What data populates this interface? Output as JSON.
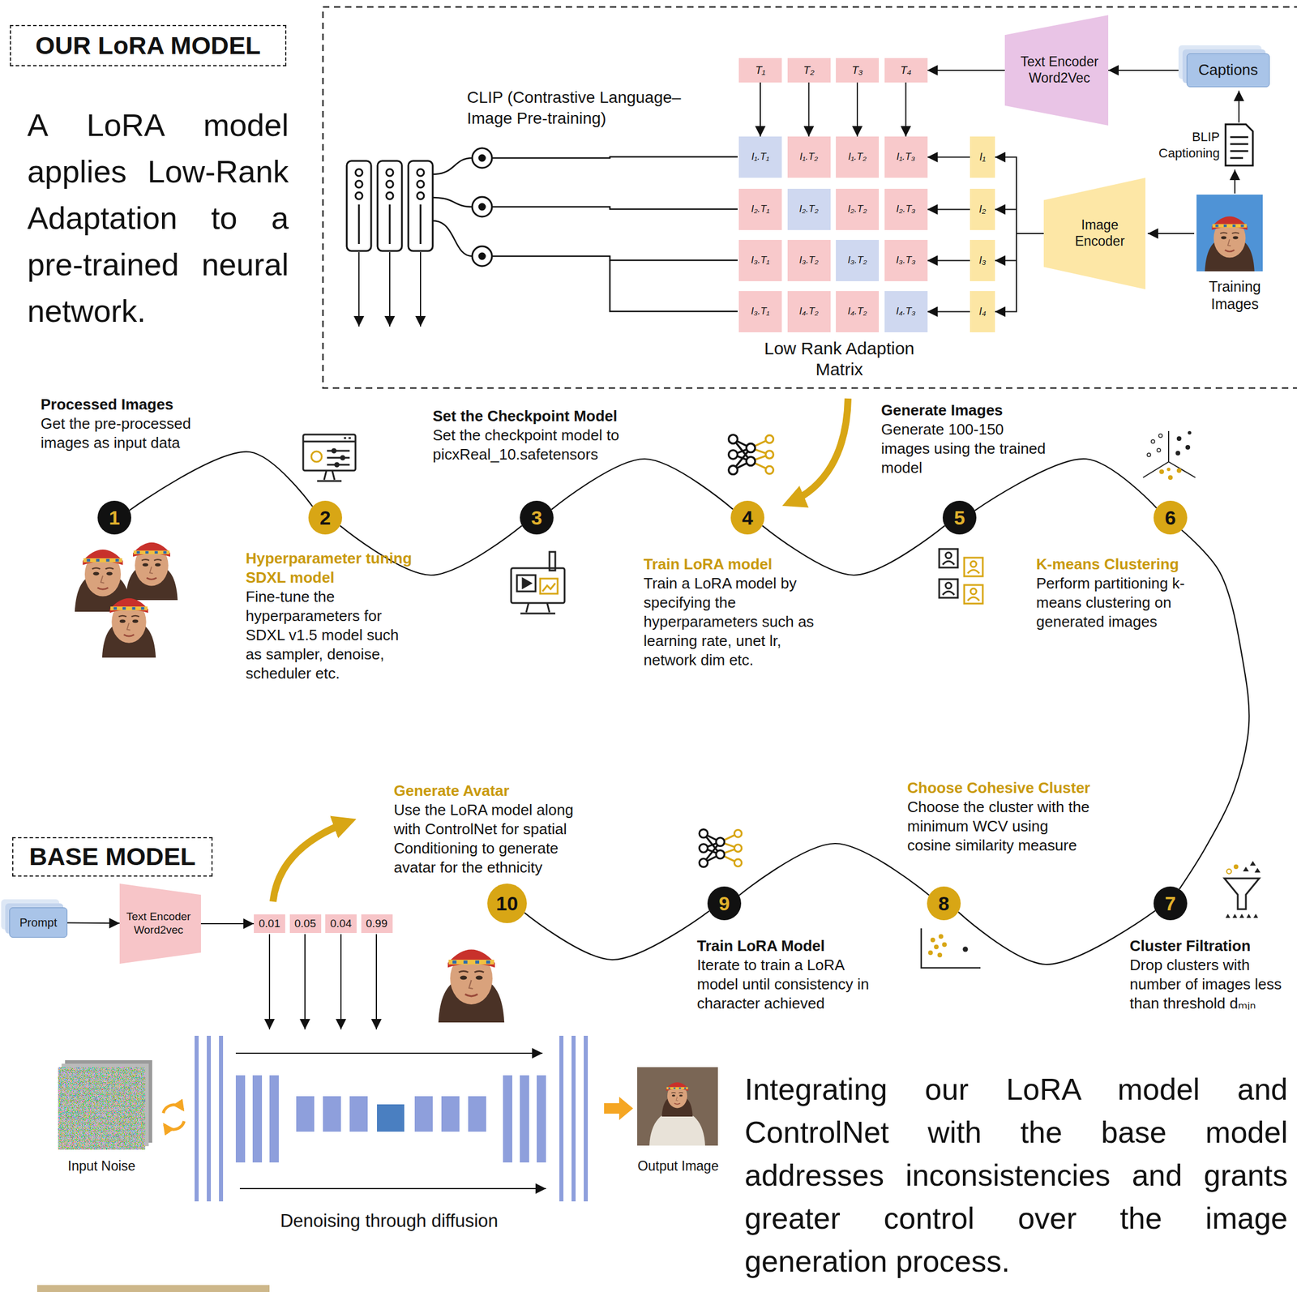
{
  "diagram": {
    "nodes": [
      {
        "text": [
          "OUR LoRA MODEL"
        ]
      },
      {
        "text": [
          "T₁"
        ]
      },
      {
        "text": [
          "T₂"
        ]
      },
      {
        "text": [
          "T₃"
        ]
      },
      {
        "text": [
          "T₄"
        ]
      },
      {
        "text": [
          "Text Encoder Word2Vec"
        ]
      },
      {
        "text": [
          "Captions"
        ]
      },
      {
        "text": [
          "I₁.T₁"
        ]
      },
      {
        "text": [
          "I₁.T₂"
        ]
      },
      {
        "text": [
          "I₁.T₂"
        ]
      },
      {
        "text": [
          "I₁.T₃"
        ]
      },
      {
        "text": [
          "I₂.T₁"
        ]
      },
      {
        "text": [
          "I₂.T₂"
        ]
      },
      {
        "text": [
          "I₂.T₂"
        ]
      },
      {
        "text": [
          "I₂.T₃"
        ]
      },
      {
        "text": [
          "I₃.T₁"
        ]
      },
      {
        "text": [
          "I₃.T₂"
        ]
      },
      {
        "text": [
          "I₃.T₂"
        ]
      },
      {
        "text": [
          "I₃.T₃"
        ]
      },
      {
        "text": [
          "I₃.T₁"
        ]
      },
      {
        "text": [
          "I₄.T₂"
        ]
      },
      {
        "text": [
          "I₄.T₂"
        ]
      },
      {
        "text": [
          "I₄.T₃"
        ]
      },
      {
        "text": [
          "I₁"
        ]
      },
      {
        "text": [
          "I₂"
        ]
      },
      {
        "text": [
          "I₃"
        ]
      },
      {
        "text": [
          "I₄"
        ]
      },
      {
        "text": [
          "Image Encoder"
        ]
      },
      {
        "text": [
          "1",
          "Processed Images",
          "Get the pre-processed images as input data"
        ]
      },
      {
        "text": [
          "2",
          "Hyperparameter tuning SDXL model",
          "Fine-tune the hyperparameters for SDXL v1.5 model such as sampler, denoise, scheduler etc."
        ]
      },
      {
        "text": [
          "3",
          "Set the Checkpoint Model",
          "Set the checkpoint model to picxReal_10.safetensors"
        ]
      },
      {
        "text": [
          "4",
          "Train LoRA model",
          "Train a LoRA model by specifying the hyperparameters such as learning rate, unet lr, network dim etc."
        ]
      },
      {
        "text": [
          "5",
          "Generate Images",
          "Generate 100-150 images using the trained model"
        ]
      },
      {
        "text": [
          "6",
          "K-means Clustering",
          "Perform partitioning k-means clustering on generated images"
        ]
      },
      {
        "text": [
          "7",
          "Cluster Filtration",
          "Drop clusters with number of images less than threshold dₘᵢₙ"
        ]
      },
      {
        "text": [
          "8",
          "Choose Cohesive Cluster",
          "Choose the cluster with the minimum WCV using cosine similarity measure"
        ]
      },
      {
        "text": [
          "9",
          "Train LoRA Model",
          "Iterate to train a LoRA model until consistency in character achieved"
        ]
      },
      {
        "text": [
          "10",
          "Generate Avatar",
          "Use the LoRA model along with ControlNet for spatial Conditioning to generate avatar for the ethnicity"
        ]
      },
      {
        "text": [
          "BASE MODEL"
        ]
      },
      {
        "text": [
          "Prompt"
        ]
      },
      {
        "text": [
          "Text Encoder Word2vec"
        ]
      },
      {
        "text": [
          "0.01"
        ]
      },
      {
        "text": [
          "0.05"
        ]
      },
      {
        "text": [
          "0.04"
        ]
      },
      {
        "text": [
          "0.99"
        ]
      }
    ],
    "edges": [
      {
        "from": 6,
        "to": 5,
        "arrow": "to"
      },
      {
        "from": 5,
        "to": 4,
        "arrow": "to"
      },
      {
        "from": 1,
        "to": 7,
        "arrow": "to"
      },
      {
        "from": 2,
        "to": 8,
        "arrow": "to"
      },
      {
        "from": 3,
        "to": 9,
        "arrow": "to"
      },
      {
        "from": 4,
        "to": 10,
        "arrow": "to"
      },
      {
        "from": 27,
        "to": 23,
        "arrow": "to"
      },
      {
        "from": 27,
        "to": 24,
        "arrow": "to"
      },
      {
        "from": 27,
        "to": 25,
        "arrow": "to"
      },
      {
        "from": 27,
        "to": 26,
        "arrow": "to"
      },
      {
        "from": 23,
        "to": 10,
        "arrow": "to"
      },
      {
        "from": 24,
        "to": 14,
        "arrow": "to"
      },
      {
        "from": 25,
        "to": 18,
        "arrow": "to"
      },
      {
        "from": 26,
        "to": 22,
        "arrow": "to"
      },
      {
        "from": 28,
        "to": 29,
        "arrow": "none"
      },
      {
        "from": 29,
        "to": 30,
        "arrow": "none"
      },
      {
        "from": 30,
        "to": 31,
        "arrow": "none"
      },
      {
        "from": 31,
        "to": 32,
        "arrow": "none"
      },
      {
        "from": 32,
        "to": 33,
        "arrow": "none"
      },
      {
        "from": 33,
        "to": 34,
        "arrow": "none"
      },
      {
        "from": 34,
        "to": 35,
        "arrow": "none"
      },
      {
        "from": 35,
        "to": 36,
        "arrow": "none"
      },
      {
        "from": 36,
        "to": 37,
        "arrow": "none"
      },
      {
        "from": 39,
        "to": 40,
        "arrow": "to"
      },
      {
        "from": 40,
        "to": 41,
        "arrow": "to"
      }
    ],
    "labels": [
      "A LoRA model applies Low-Rank Adaptation to a pre-trained neural network.",
      "CLIP (Contrastive Language–Image Pre-training)",
      "BLIP Captioning",
      "Training Images",
      "Low Rank Adaption Matrix",
      "Input Noise",
      "Output Image",
      "Denoising through diffusion",
      "Integrating our LoRA model and ControlNet with the base model addresses inconsistencies and grants greater control over the image generation process."
    ]
  }
}
